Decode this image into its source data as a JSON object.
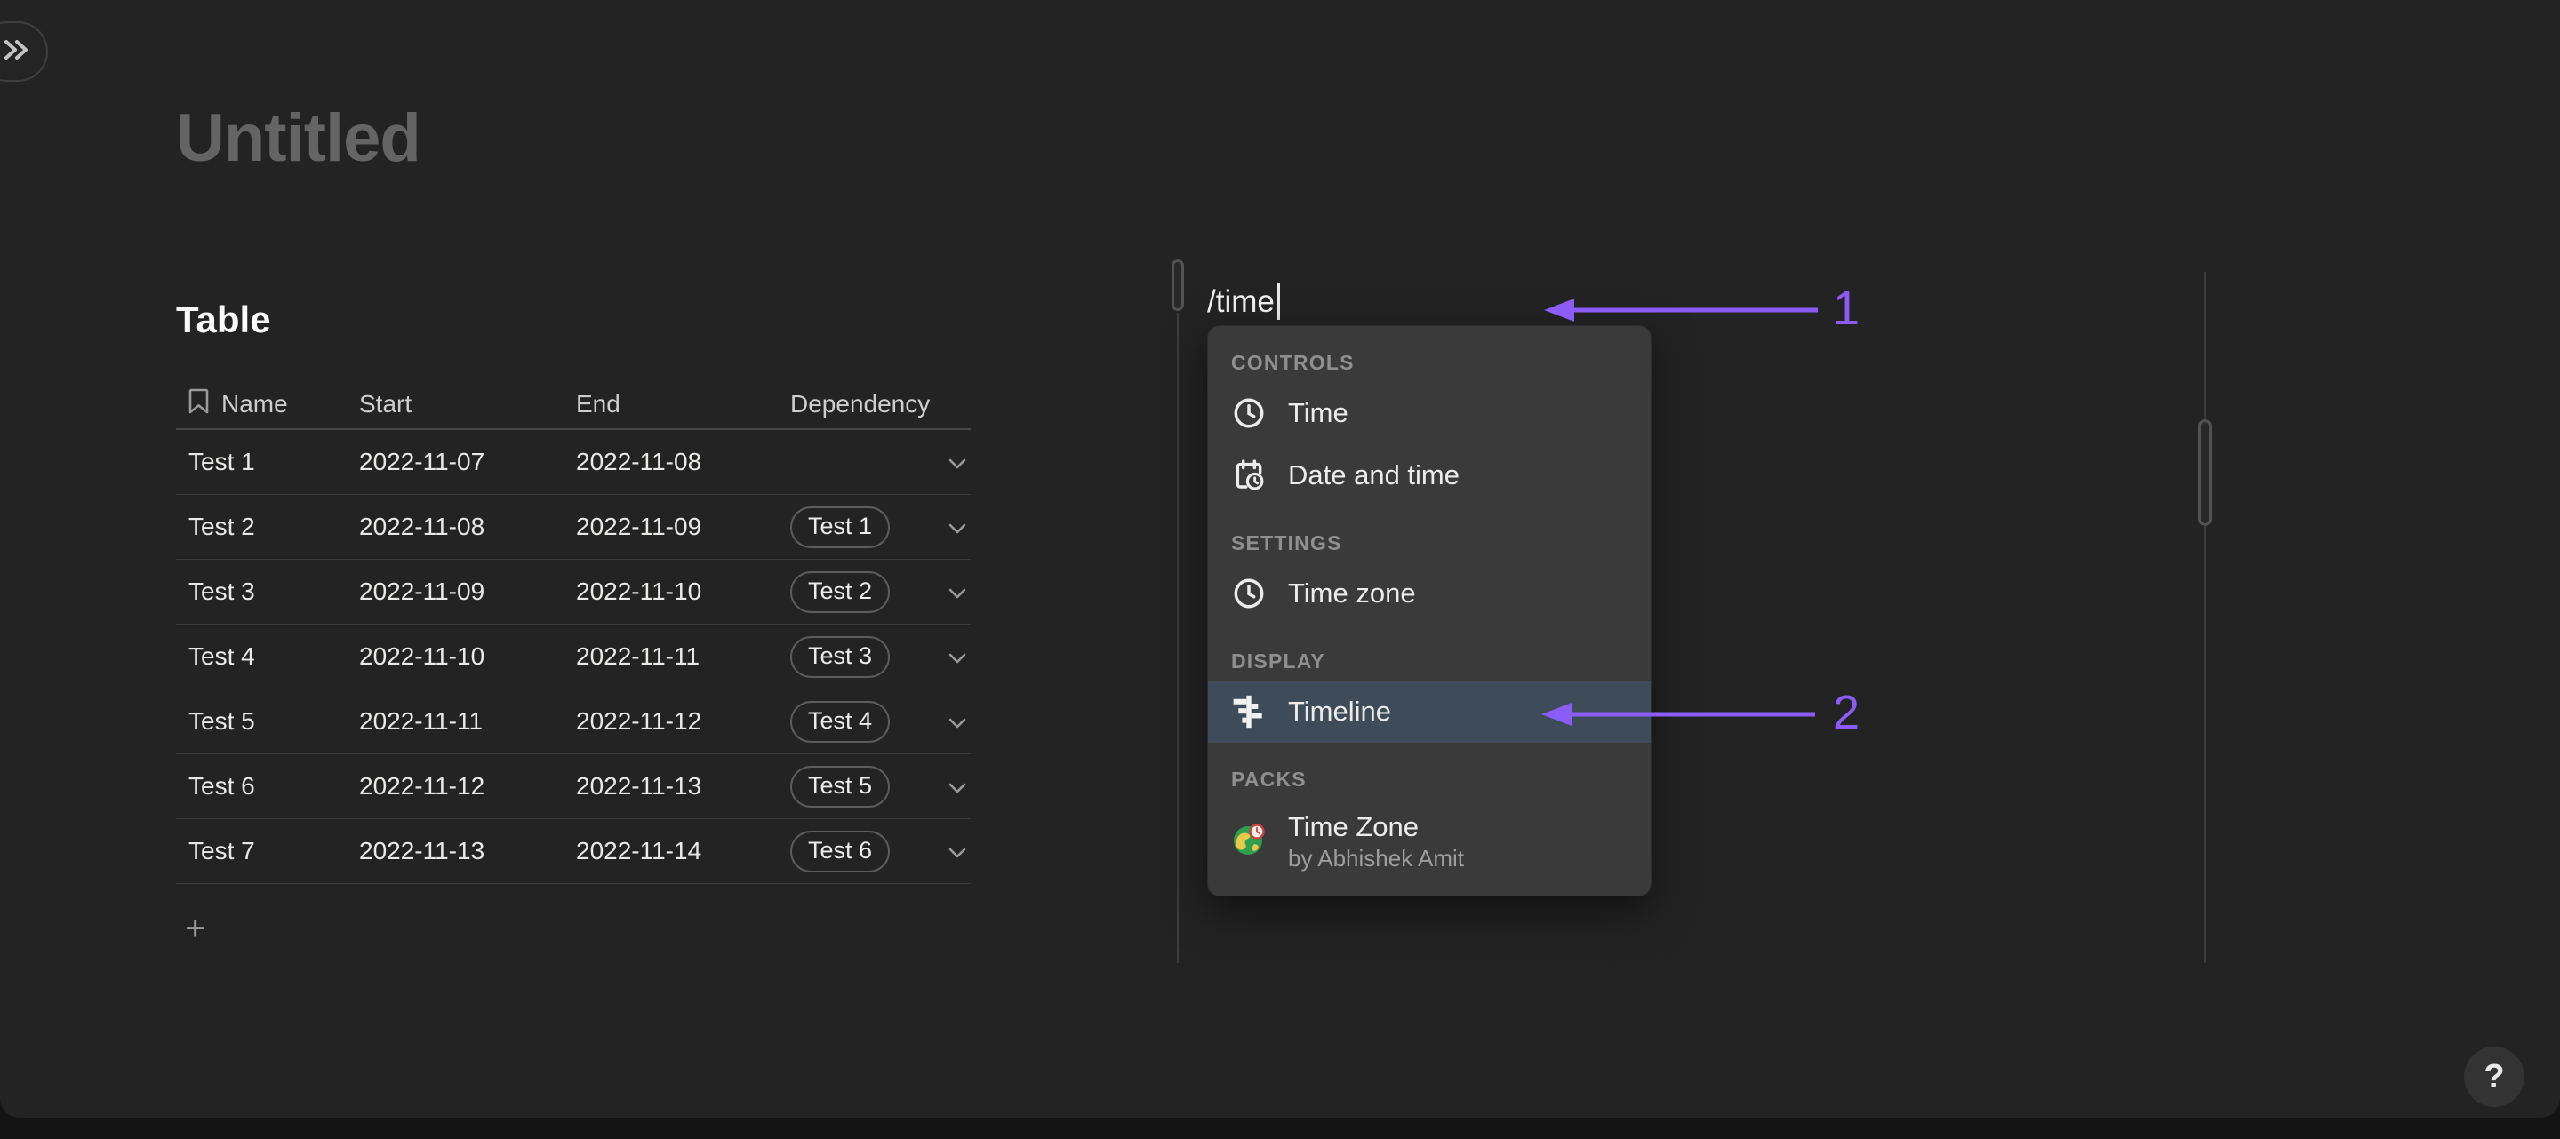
{
  "page": {
    "title": "Untitled"
  },
  "sidebar": {
    "expand_icon": "double-chevron-right-icon"
  },
  "table": {
    "title": "Table",
    "columns": {
      "name": "Name",
      "start": "Start",
      "end": "End",
      "dependency": "Dependency"
    },
    "rows": [
      {
        "name": "Test 1",
        "start": "2022-11-07",
        "end": "2022-11-08",
        "dependency": ""
      },
      {
        "name": "Test 2",
        "start": "2022-11-08",
        "end": "2022-11-09",
        "dependency": "Test 1"
      },
      {
        "name": "Test 3",
        "start": "2022-11-09",
        "end": "2022-11-10",
        "dependency": "Test 2"
      },
      {
        "name": "Test 4",
        "start": "2022-11-10",
        "end": "2022-11-11",
        "dependency": "Test 3"
      },
      {
        "name": "Test 5",
        "start": "2022-11-11",
        "end": "2022-11-12",
        "dependency": "Test 4"
      },
      {
        "name": "Test 6",
        "start": "2022-11-12",
        "end": "2022-11-13",
        "dependency": "Test 5"
      },
      {
        "name": "Test 7",
        "start": "2022-11-13",
        "end": "2022-11-14",
        "dependency": "Test 6"
      }
    ],
    "add_row_label": "+"
  },
  "editor": {
    "slash_command": "/time"
  },
  "menu": {
    "sections": [
      {
        "label": "CONTROLS",
        "items": [
          {
            "icon": "clock-icon",
            "label": "Time"
          },
          {
            "icon": "calendar-clock-icon",
            "label": "Date and time"
          }
        ]
      },
      {
        "label": "SETTINGS",
        "items": [
          {
            "icon": "clock-icon",
            "label": "Time zone"
          }
        ]
      },
      {
        "label": "DISPLAY",
        "items": [
          {
            "icon": "timeline-icon",
            "label": "Timeline",
            "highlighted": true
          }
        ]
      },
      {
        "label": "PACKS",
        "items": [
          {
            "icon": "timezone-pack-icon",
            "label": "Time Zone",
            "sublabel": "by Abhishek Amit"
          }
        ]
      }
    ]
  },
  "annotations": {
    "step1": "1",
    "step2": "2",
    "arrow_color": "#8B5CF6"
  },
  "help": {
    "label": "?"
  },
  "colors": {
    "canvas": "#232323",
    "panel": "#3a3a3a",
    "highlight_row": "#3e4b58",
    "accent_purple": "#8B5CF6"
  }
}
